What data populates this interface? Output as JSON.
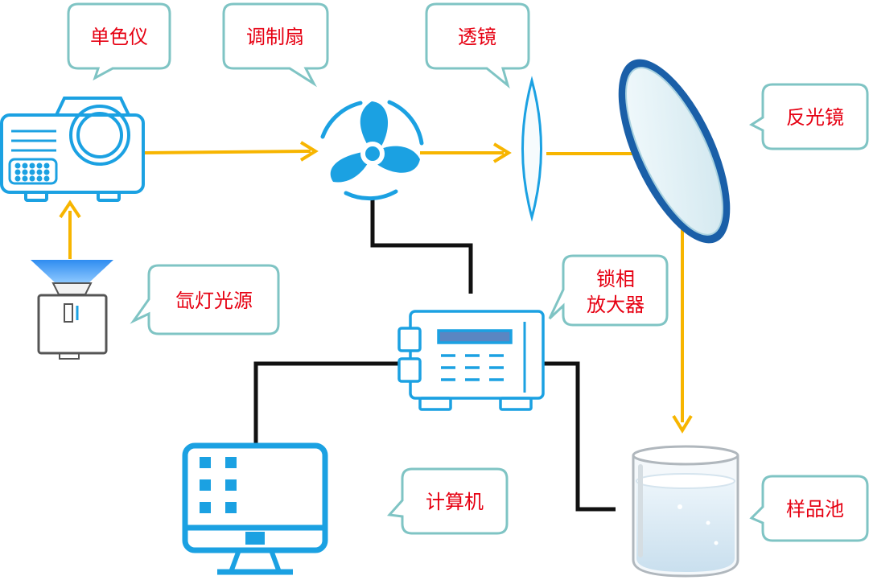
{
  "labels": {
    "monochromator": "单色仪",
    "chopper": "调制扇",
    "lens": "透镜",
    "mirror": "反光镜",
    "xenon_lamp": "氙灯光源",
    "lockin_line1": "锁相",
    "lockin_line2": "放大器",
    "computer": "计算机",
    "sample_cell": "样品池"
  },
  "colors": {
    "device_blue": "#1ba1e2",
    "light_beam": "#f7b500",
    "wire": "#111111",
    "callout_border": "#7fc4c4",
    "label_red": "#e60012",
    "mirror_edge": "#1a5fa8",
    "lamp_gray": "#555555"
  },
  "icons": {
    "monochromator": "projector-icon",
    "chopper": "fan-icon",
    "lens": "lens-icon",
    "mirror": "mirror-icon",
    "xenon_lamp": "lamp-icon",
    "lockin": "amplifier-icon",
    "computer": "monitor-icon",
    "sample_cell": "beaker-icon"
  }
}
